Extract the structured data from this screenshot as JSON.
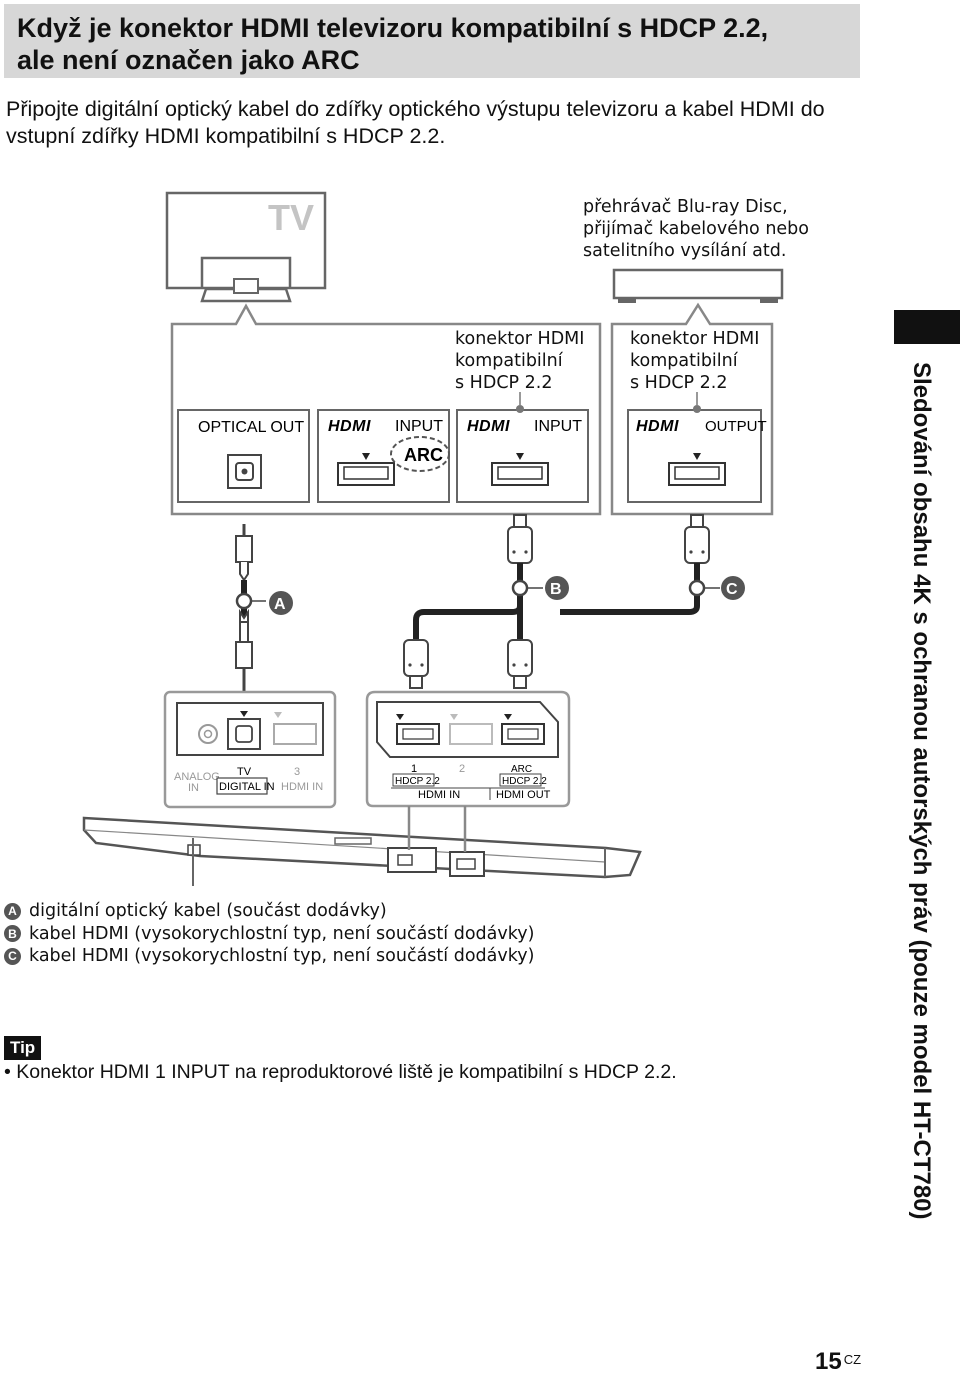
{
  "header": {
    "title_line1": "Když je konektor HDMI televizoru kompatibilní s HDCP 2.2,",
    "title_line2": "ale není označen jako ARC"
  },
  "intro": "Připojte digitální optický kabel do zdířky optického výstupu televizoru a kabel HDMI do vstupní zdířky HDMI kompatibilní s HDCP 2.2.",
  "diagram": {
    "tv_label": "TV",
    "player_label": "přehrávač Blu-ray Disc,\npřijímač kabelového nebo\nsatelitního vysílání atd.",
    "tv_hdmi_compat": "konektor HDMI\nkompatibilní\ns HDCP 2.2",
    "player_hdmi_compat": "konektor HDMI\nkompatibilní\ns HDCP 2.2",
    "optical_out": "OPTICAL OUT",
    "hdmi_logo": "HDMI",
    "input": "INPUT",
    "output": "OUTPUT",
    "arc": "ARC",
    "marker_a": "A",
    "marker_b": "B",
    "marker_c": "C",
    "analog_in": "ANALOG\nIN",
    "tv": "TV",
    "digital_in": "DIGITAL IN",
    "three": "3",
    "hdmi_in": "HDMI IN",
    "one": "1",
    "two": "2",
    "hdcp": "HDCP 2.2",
    "hdmi_out": "HDMI OUT"
  },
  "legend": [
    {
      "marker": "A",
      "text": "digitální optický kabel (součást dodávky)"
    },
    {
      "marker": "B",
      "text": "kabel HDMI (vysokorychlostní typ, není součástí dodávky)"
    },
    {
      "marker": "C",
      "text": "kabel HDMI (vysokorychlostní typ, není součástí dodávky)"
    }
  ],
  "tip": {
    "label": "Tip",
    "text": "• Konektor HDMI 1 INPUT na reproduktorové liště je kompatibilní s HDCP 2.2."
  },
  "side_title": "Sledování obsahu 4K s ochranou autorských práv (pouze model HT-CT780)",
  "page": {
    "number": "15",
    "suffix": "CZ"
  }
}
